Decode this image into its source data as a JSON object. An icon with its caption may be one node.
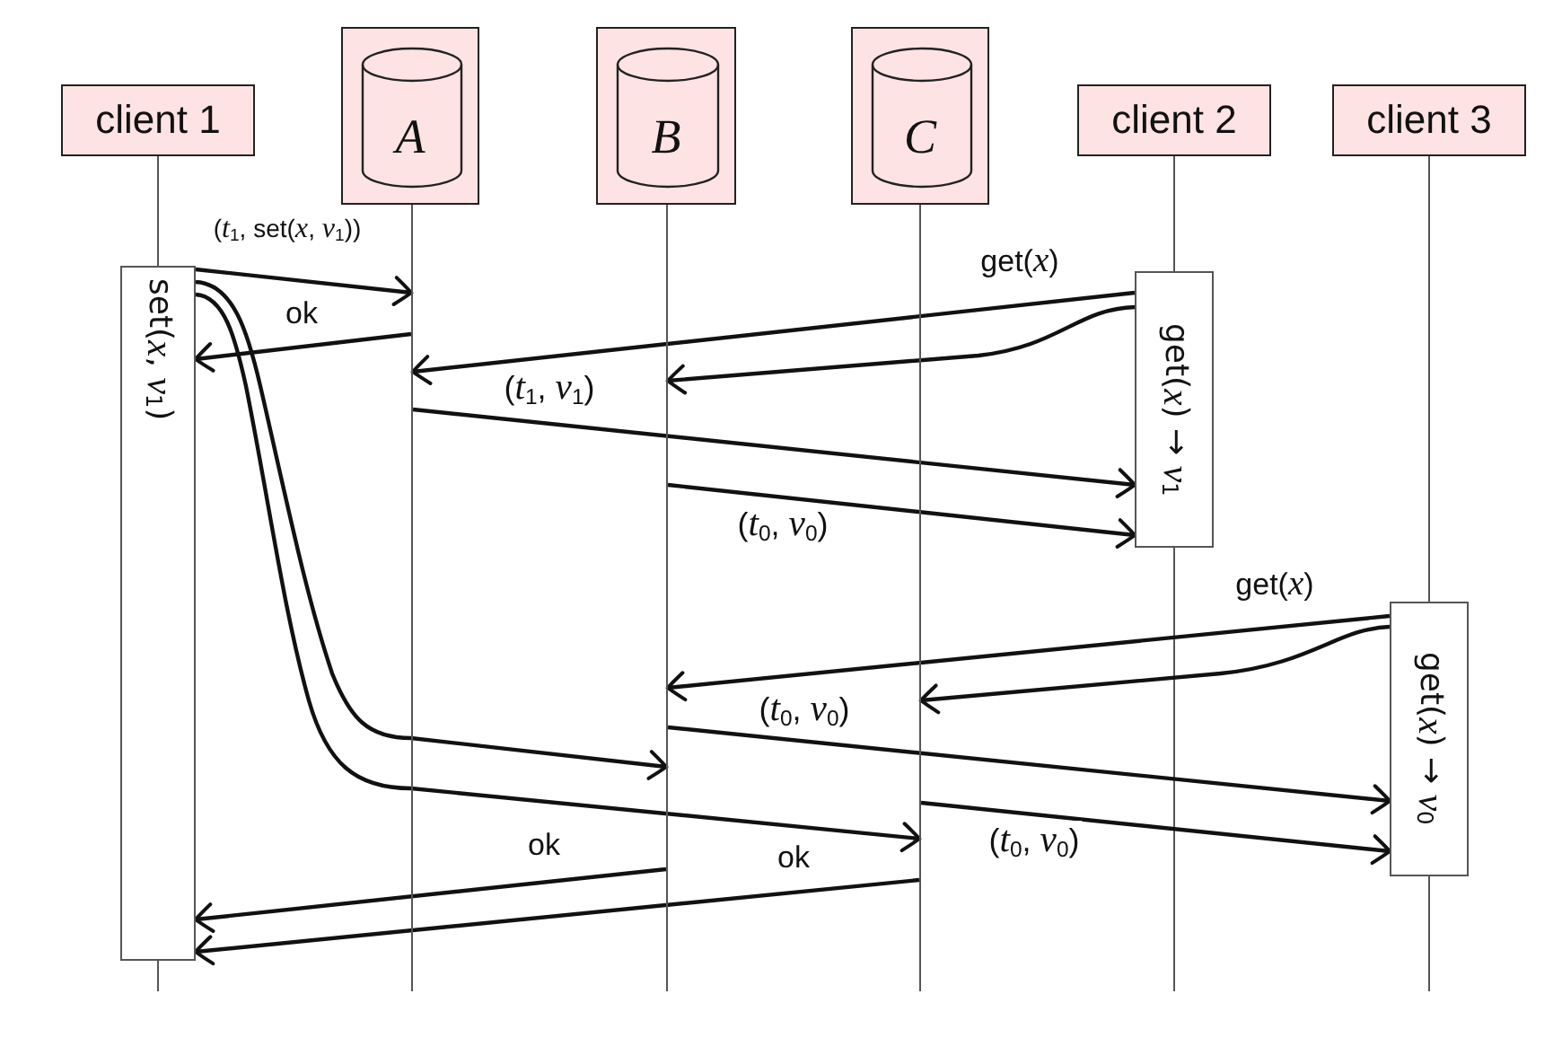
{
  "diagram": {
    "nodes": [
      {
        "text": [
          "client 1"
        ]
      },
      {
        "text": [
          "A"
        ]
      },
      {
        "text": [
          "B"
        ]
      },
      {
        "text": [
          "C"
        ]
      },
      {
        "text": [
          "client 2"
        ]
      },
      {
        "text": [
          "client 3"
        ]
      },
      {
        "text": [
          "set(*x*, *v*$_{1}$)"
        ]
      },
      {
        "text": [
          "get(*x*) → *v*$_{1}$"
        ]
      },
      {
        "text": [
          "get(*x*) → *v*$_{0}$"
        ]
      },
      {
        "text": [],
        "shape": "line"
      },
      {
        "text": [],
        "shape": "line"
      },
      {
        "text": [],
        "shape": "line"
      }
    ],
    "edges": [
      {
        "from": 0,
        "to": 6,
        "arrow": "none",
        "color": "#555555"
      },
      {
        "from": 4,
        "to": 7,
        "arrow": "none",
        "color": "#555555"
      },
      {
        "from": 5,
        "to": 8,
        "arrow": "none",
        "color": "#555555"
      },
      {
        "from": 6,
        "to": 9,
        "arrow": "to",
        "label": "(*t*$_{1}$, set(*x*, *v*$_{1}$))"
      },
      {
        "from": 9,
        "to": 6,
        "arrow": "to",
        "label": "ok"
      },
      {
        "from": 6,
        "to": 10,
        "arrow": "to"
      },
      {
        "from": 6,
        "to": 11,
        "arrow": "to"
      },
      {
        "from": 7,
        "to": 9,
        "arrow": "to",
        "label": "get(*x*)"
      },
      {
        "from": 7,
        "to": 10,
        "arrow": "to"
      },
      {
        "from": 9,
        "to": 7,
        "arrow": "to",
        "label": "(*t*$_{1}$, *v*$_{1}$)"
      },
      {
        "from": 10,
        "to": 7,
        "arrow": "to",
        "label": "(*t*$_{0}$, *v*$_{0}$)"
      },
      {
        "from": 8,
        "to": 10,
        "arrow": "to",
        "label": "get(*x*)"
      },
      {
        "from": 8,
        "to": 11,
        "arrow": "to"
      },
      {
        "from": 10,
        "to": 8,
        "arrow": "to",
        "label": "(*t*$_{0}$, *v*$_{0}$)"
      },
      {
        "from": 11,
        "to": 8,
        "arrow": "to",
        "label": "(*t*$_{0}$, *v*$_{0}$)"
      },
      {
        "from": 10,
        "to": 6,
        "arrow": "to",
        "label": "ok"
      },
      {
        "from": 11,
        "to": 6,
        "arrow": "to",
        "label": "ok"
      }
    ]
  }
}
